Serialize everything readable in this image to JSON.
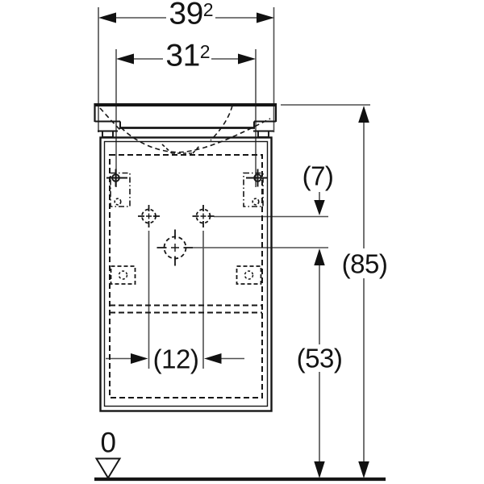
{
  "dimensions": {
    "outer_width": {
      "value": "39",
      "sup": "2"
    },
    "inner_width": {
      "value": "31",
      "sup": "2"
    },
    "tap_depth_offset": "(7)",
    "total_height": "(85)",
    "drain_height": "(53)",
    "tap_spacing": "(12)",
    "floor_level": "0"
  },
  "colors": {
    "drawing_line": "#161616",
    "dimension_line": "#4f4f4f",
    "background": "#ffffff"
  }
}
